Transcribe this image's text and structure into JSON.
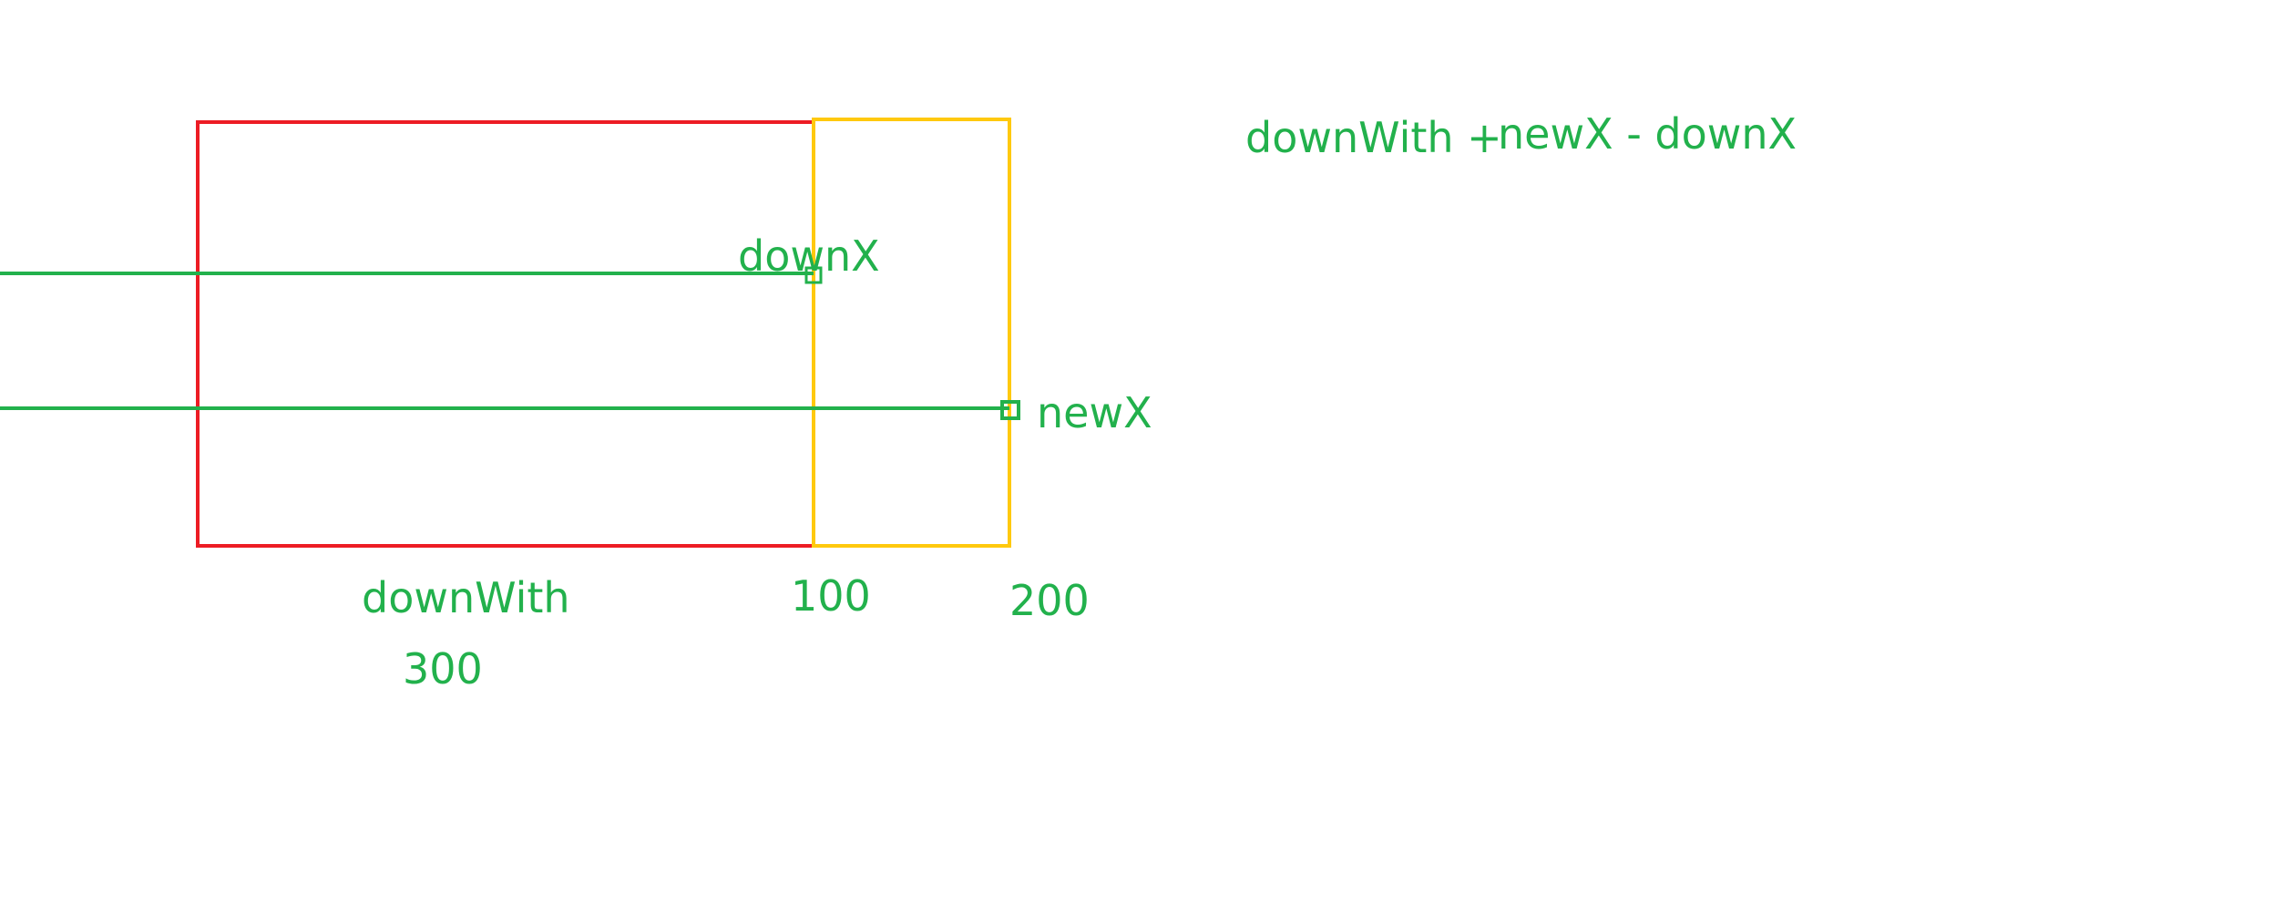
{
  "colors": {
    "background": "#ffffff",
    "red_box": "#ed1c24",
    "yellow_box": "#ffc90e",
    "green": "#22b14c"
  },
  "labels": {
    "formula_left": "downWith +",
    "formula_right": "newX - downX",
    "downX": "downX",
    "newX": "newX",
    "downWith": "downWith",
    "value_300": "300",
    "value_100": "100",
    "value_200": "200"
  }
}
